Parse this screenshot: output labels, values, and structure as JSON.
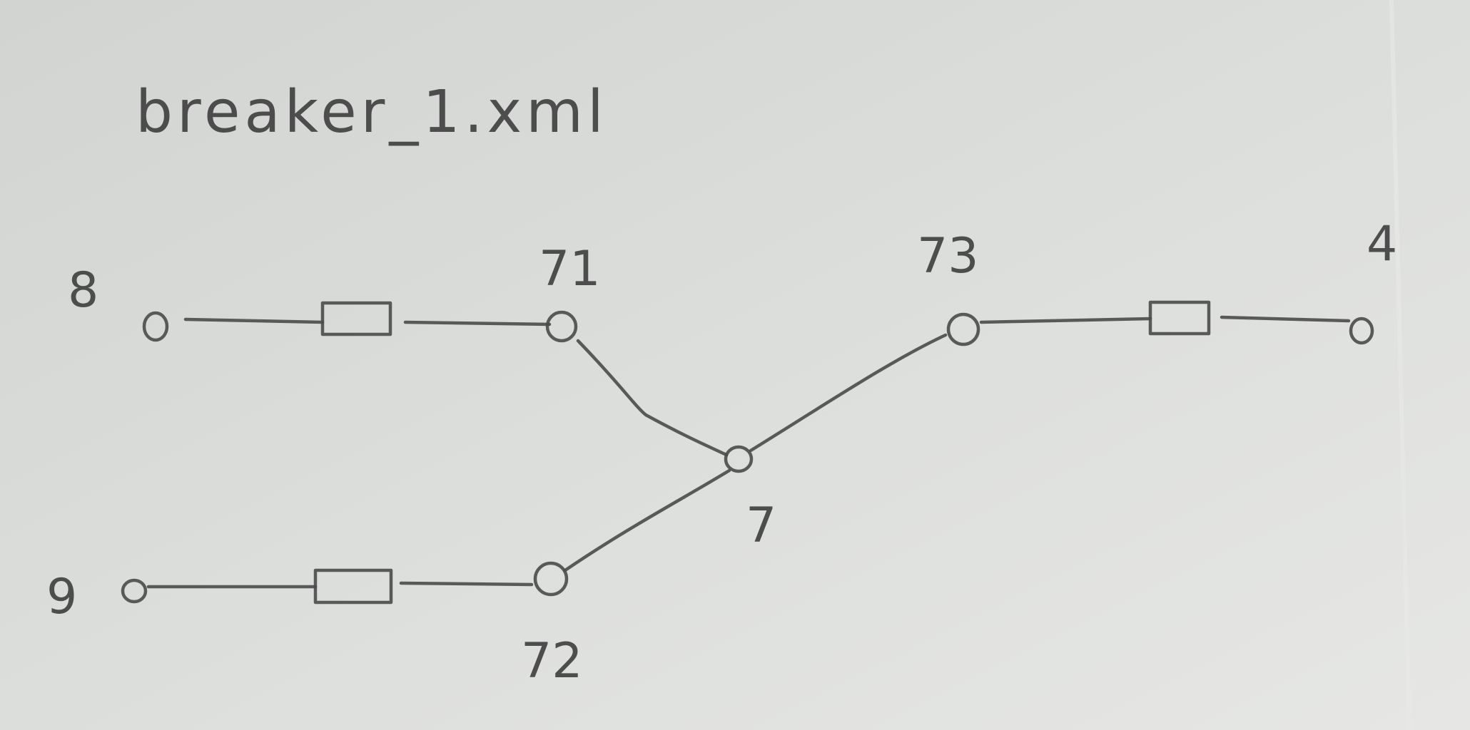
{
  "title": "breaker_1.xml",
  "nodes": {
    "n8": "8",
    "n71": "71",
    "n73": "73",
    "n4": "4",
    "n7": "7",
    "n9": "9",
    "n72": "72"
  },
  "connections": [
    {
      "from": "8",
      "to": "71",
      "element": "breaker"
    },
    {
      "from": "9",
      "to": "72",
      "element": "breaker"
    },
    {
      "from": "73",
      "to": "4",
      "element": "breaker"
    },
    {
      "from": "71",
      "to": "7",
      "element": "line"
    },
    {
      "from": "72",
      "to": "7",
      "element": "line"
    },
    {
      "from": "7",
      "to": "73",
      "element": "line"
    }
  ]
}
